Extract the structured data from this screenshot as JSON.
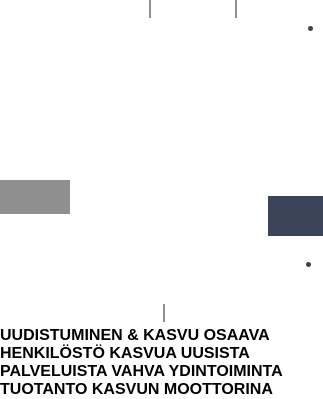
{
  "colors": {
    "orange": "#f0821e",
    "green": "#5cb73b",
    "magenta": "#c61d56",
    "navy": "#2f3b5b",
    "backdrop_gray": "#8f8f8f",
    "backdrop_dark": "#3b4458",
    "center_text": "#f28a1e"
  },
  "icons": {
    "center": "sprouting-plant-icon"
  },
  "center": {
    "line1": "UUDISTUMINEN",
    "line2": "& KASVU"
  },
  "segments": {
    "top": {
      "line1": "OSAAVA",
      "line2": "HENKILÖSTÖ"
    },
    "left": {
      "line1": "KASVUA",
      "line2": "UUSISTA PALVELUISTA"
    },
    "right": {
      "line1": "VAHVA",
      "line2": "YDINTOIMINTA"
    },
    "bottom": {
      "line1": "TUOTANTO",
      "line2": "KASVUN",
      "line3": "MOOTTORINA"
    }
  }
}
